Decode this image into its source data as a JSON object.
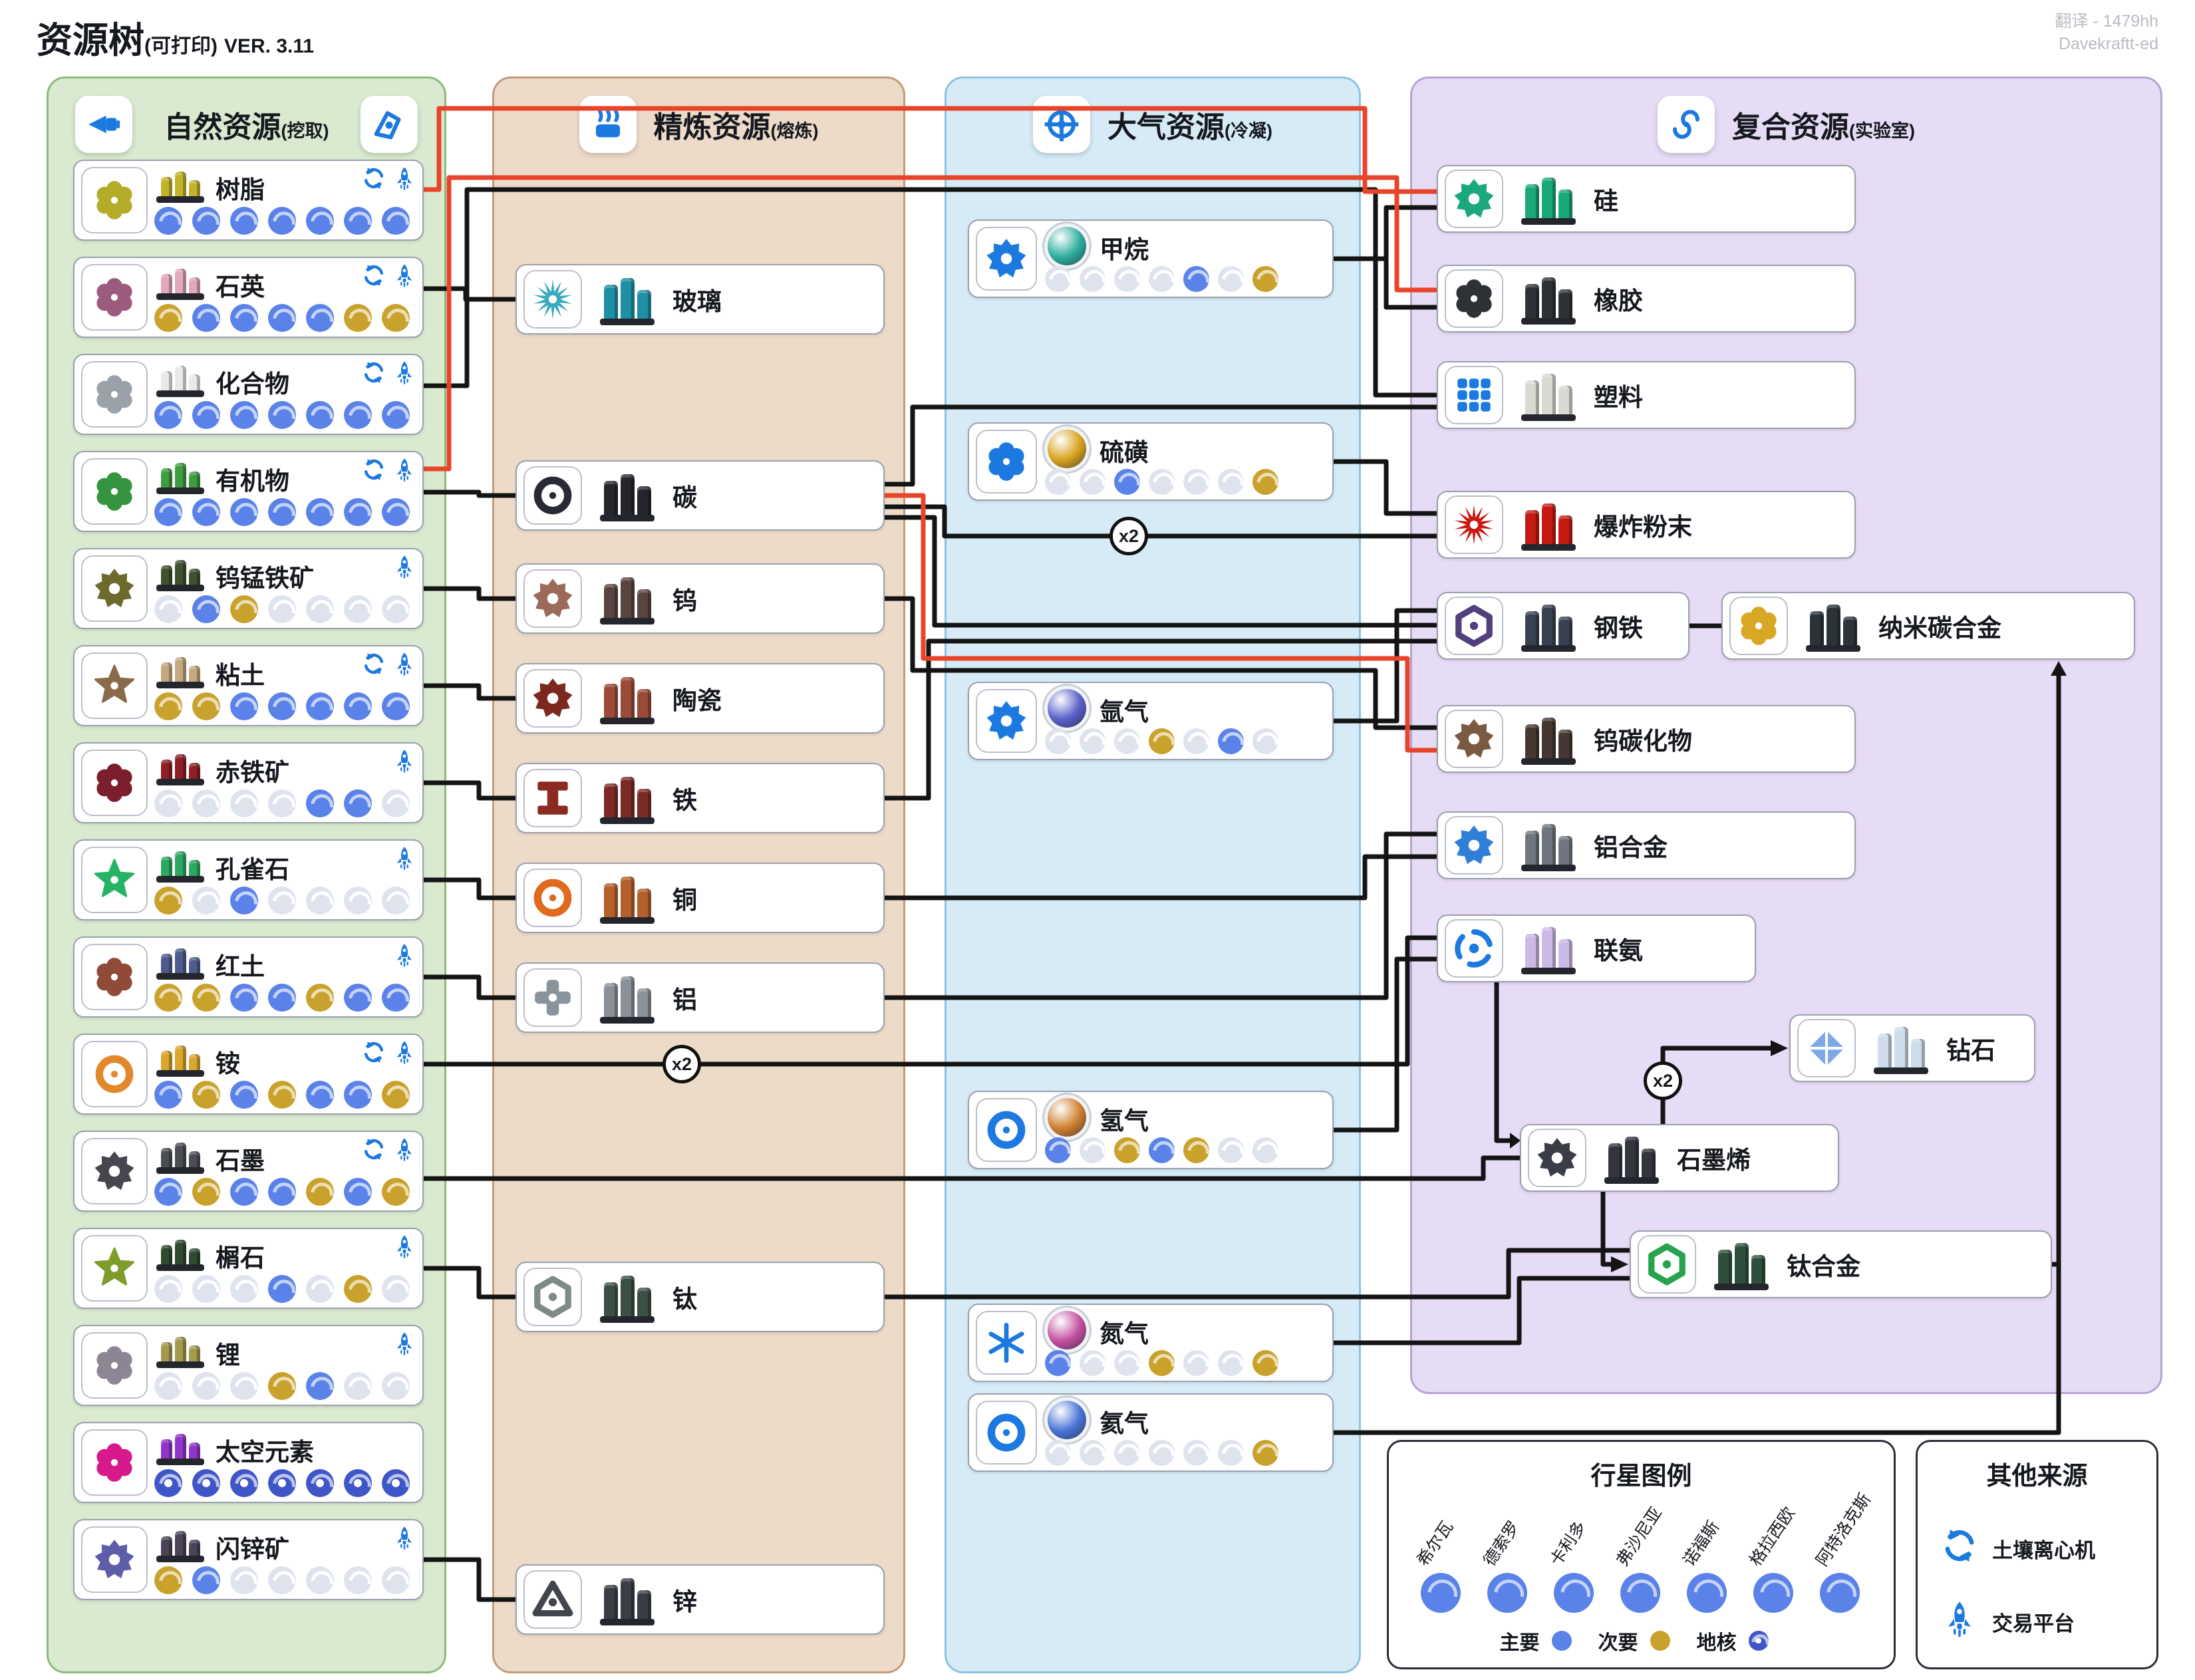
{
  "title": {
    "main": "资源树",
    "printable": "(可打印)",
    "version": "VER. 3.11"
  },
  "credits": [
    "翻译 - 1479hh",
    "Davekraftt-ed"
  ],
  "planets": [
    "希尔瓦",
    "德索罗",
    "卡利多",
    "弗沙尼亚",
    "诺福斯",
    "格拉西欧",
    "阿特洛克斯"
  ],
  "planet_legend": {
    "title": "行星图例",
    "primary_label": "主要",
    "secondary_label": "次要",
    "core_label": "地核"
  },
  "other_sources": {
    "title": "其他来源",
    "items": [
      {
        "icon": "soil-centrifuge-icon",
        "label": "土壤离心机"
      },
      {
        "icon": "trade-platform-icon",
        "label": "交易平台"
      }
    ]
  },
  "columns": [
    {
      "id": "natural",
      "title": "自然资源",
      "subtitle": "(挖取)"
    },
    {
      "id": "refined",
      "title": "精炼资源",
      "subtitle": "(熔炼)"
    },
    {
      "id": "atmospheric",
      "title": "大气资源",
      "subtitle": "(冷凝)"
    },
    {
      "id": "composite",
      "title": "复合资源",
      "subtitle": "(实验室)"
    }
  ],
  "multiplier_label": "x2",
  "natural_resources": [
    {
      "id": "resin",
      "name": "树脂",
      "icon": {
        "type": "flower",
        "color": "#b5ad2a"
      },
      "material": "#c2b42a",
      "sources": [
        "centrifuge",
        "trade"
      ],
      "availability": [
        "primary",
        "primary",
        "primary",
        "primary",
        "primary",
        "primary",
        "primary"
      ]
    },
    {
      "id": "quartz",
      "name": "石英",
      "icon": {
        "type": "flower",
        "color": "#9c5a7d"
      },
      "material": "#e2a8bc",
      "sources": [
        "centrifuge",
        "trade"
      ],
      "availability": [
        "secondary",
        "primary",
        "primary",
        "primary",
        "primary",
        "secondary",
        "secondary"
      ]
    },
    {
      "id": "compound",
      "name": "化合物",
      "icon": {
        "type": "flower",
        "color": "#9aa1a9"
      },
      "material": "#e9e9ea",
      "sources": [
        "centrifuge",
        "trade"
      ],
      "availability": [
        "primary",
        "primary",
        "primary",
        "primary",
        "primary",
        "primary",
        "primary"
      ]
    },
    {
      "id": "organic",
      "name": "有机物",
      "icon": {
        "type": "flower",
        "color": "#35943f"
      },
      "material": "#3f9c3f",
      "sources": [
        "centrifuge",
        "trade"
      ],
      "availability": [
        "primary",
        "primary",
        "primary",
        "primary",
        "primary",
        "primary",
        "primary"
      ]
    },
    {
      "id": "wolframite",
      "name": "钨锰铁矿",
      "icon": {
        "type": "gear",
        "color": "#6d6a2e"
      },
      "material": "#41502e",
      "sources": [
        "trade"
      ],
      "availability": [
        "none",
        "primary",
        "secondary",
        "none",
        "none",
        "none",
        "none"
      ]
    },
    {
      "id": "clay",
      "name": "粘土",
      "icon": {
        "type": "star",
        "color": "#8a6a48"
      },
      "material": "#c4a87e",
      "sources": [
        "centrifuge",
        "trade"
      ],
      "availability": [
        "secondary",
        "secondary",
        "primary",
        "primary",
        "primary",
        "primary",
        "primary"
      ]
    },
    {
      "id": "hematite",
      "name": "赤铁矿",
      "icon": {
        "type": "flower",
        "color": "#7c1f2c"
      },
      "material": "#8e1f26",
      "sources": [
        "trade"
      ],
      "availability": [
        "none",
        "none",
        "none",
        "none",
        "primary",
        "primary",
        "none"
      ]
    },
    {
      "id": "malachite",
      "name": "孔雀石",
      "icon": {
        "type": "star",
        "color": "#27b364"
      },
      "material": "#2da861",
      "sources": [
        "trade"
      ],
      "availability": [
        "secondary",
        "none",
        "primary",
        "none",
        "none",
        "none",
        "none"
      ]
    },
    {
      "id": "laterite",
      "name": "红土",
      "icon": {
        "type": "flower",
        "color": "#8f4a38"
      },
      "material": "#4f5b8c",
      "sources": [
        "trade"
      ],
      "availability": [
        "secondary",
        "secondary",
        "primary",
        "primary",
        "secondary",
        "primary",
        "primary"
      ]
    },
    {
      "id": "ammonium",
      "name": "铵",
      "icon": {
        "type": "ring",
        "color": "#e2882a"
      },
      "material": "#d9a62e",
      "sources": [
        "centrifuge",
        "trade"
      ],
      "availability": [
        "primary",
        "secondary",
        "primary",
        "secondary",
        "primary",
        "primary",
        "secondary"
      ]
    },
    {
      "id": "graphite",
      "name": "石墨",
      "icon": {
        "type": "gear",
        "color": "#45464e"
      },
      "material": "#4a4d52",
      "sources": [
        "centrifuge",
        "trade"
      ],
      "availability": [
        "primary",
        "secondary",
        "primary",
        "primary",
        "secondary",
        "primary",
        "secondary"
      ]
    },
    {
      "id": "titanite",
      "name": "榍石",
      "icon": {
        "type": "star",
        "color": "#7f9c2b"
      },
      "material": "#2e4a30",
      "sources": [
        "trade"
      ],
      "availability": [
        "none",
        "none",
        "none",
        "primary",
        "none",
        "secondary",
        "none"
      ]
    },
    {
      "id": "lithium",
      "name": "锂",
      "icon": {
        "type": "flower",
        "color": "#8d8494"
      },
      "material": "#a39a4e",
      "sources": [
        "trade"
      ],
      "availability": [
        "none",
        "none",
        "none",
        "secondary",
        "primary",
        "none",
        "none"
      ]
    },
    {
      "id": "astronium",
      "name": "太空元素",
      "icon": {
        "type": "flower",
        "color": "#d6198c"
      },
      "material": "#8f35c9",
      "sources": [],
      "availability": [
        "core",
        "core",
        "core",
        "core",
        "core",
        "core",
        "core"
      ]
    },
    {
      "id": "sphalerite",
      "name": "闪锌矿",
      "icon": {
        "type": "gear",
        "color": "#5d5da8"
      },
      "material": "#4b4458",
      "sources": [
        "trade"
      ],
      "availability": [
        "secondary",
        "primary",
        "none",
        "none",
        "none",
        "none",
        "none"
      ]
    }
  ],
  "refined_resources": [
    {
      "id": "glass",
      "name": "玻璃",
      "icon": {
        "type": "burst",
        "color": "#37a9bc"
      },
      "material": "#1f8fa5"
    },
    {
      "id": "carbon",
      "name": "碳",
      "icon": {
        "type": "ring",
        "color": "#282b33"
      },
      "material": "#24262c"
    },
    {
      "id": "tungsten",
      "name": "钨",
      "icon": {
        "type": "gear",
        "color": "#9c6a58"
      },
      "material": "#5a4440"
    },
    {
      "id": "ceramic",
      "name": "陶瓷",
      "icon": {
        "type": "gear",
        "color": "#7c281f"
      },
      "material": "#9c4a38"
    },
    {
      "id": "iron",
      "name": "铁",
      "icon": {
        "type": "ibeam",
        "color": "#8a2a20"
      },
      "material": "#7c2a26"
    },
    {
      "id": "copper",
      "name": "铜",
      "icon": {
        "type": "ring",
        "color": "#e06a1d"
      },
      "material": "#b55f2a"
    },
    {
      "id": "aluminum",
      "name": "铝",
      "icon": {
        "type": "cross",
        "color": "#8a929b"
      },
      "material": "#8a9198"
    },
    {
      "id": "titanium",
      "name": "钛",
      "icon": {
        "type": "hex",
        "color": "#7e8a88"
      },
      "material": "#3c4f45"
    },
    {
      "id": "zinc",
      "name": "锌",
      "icon": {
        "type": "tri",
        "color": "#43454e"
      },
      "material": "#3b3d46"
    }
  ],
  "atmospheric_resources": [
    {
      "id": "methane",
      "name": "甲烷",
      "icon": {
        "type": "gear",
        "color": "#1b79e0"
      },
      "material": "#2fae9d",
      "availability": [
        "none",
        "none",
        "none",
        "none",
        "primary",
        "none",
        "secondary"
      ]
    },
    {
      "id": "sulfur",
      "name": "硫磺",
      "icon": {
        "type": "flower",
        "color": "#1b79e0"
      },
      "material": "#d8a21f",
      "availability": [
        "none",
        "none",
        "primary",
        "none",
        "none",
        "none",
        "secondary"
      ]
    },
    {
      "id": "argon",
      "name": "氩气",
      "icon": {
        "type": "gear",
        "color": "#1b79e0"
      },
      "material": "#5a5fc9",
      "availability": [
        "none",
        "none",
        "none",
        "secondary",
        "none",
        "primary",
        "none"
      ]
    },
    {
      "id": "hydrogen",
      "name": "氢气",
      "icon": {
        "type": "ring",
        "color": "#1b79e0"
      },
      "material": "#d07f2f",
      "availability": [
        "primary",
        "none",
        "secondary",
        "primary",
        "secondary",
        "none",
        "none"
      ]
    },
    {
      "id": "nitrogen",
      "name": "氮气",
      "icon": {
        "type": "snow",
        "color": "#1b79e0"
      },
      "material": "#c44fa0",
      "availability": [
        "primary",
        "none",
        "none",
        "secondary",
        "none",
        "none",
        "secondary"
      ]
    },
    {
      "id": "helium",
      "name": "氦气",
      "icon": {
        "type": "ring",
        "color": "#1b79e0"
      },
      "material": "#4b74d8",
      "availability": [
        "none",
        "none",
        "none",
        "none",
        "none",
        "none",
        "secondary"
      ]
    }
  ],
  "composite_resources": [
    {
      "id": "silicone",
      "name": "硅",
      "icon": {
        "type": "gear",
        "color": "#1ba87e"
      },
      "material": "#18a87a"
    },
    {
      "id": "rubber",
      "name": "橡胶",
      "icon": {
        "type": "flower",
        "color": "#2e3136"
      },
      "material": "#2e3136"
    },
    {
      "id": "plastic",
      "name": "塑料",
      "icon": {
        "type": "grid",
        "color": "#1b79e0"
      },
      "material": "#d9d9d2"
    },
    {
      "id": "explosive-powder",
      "name": "爆炸粉末",
      "icon": {
        "type": "burst",
        "color": "#cc1812"
      },
      "material": "#c41a12"
    },
    {
      "id": "steel",
      "name": "钢铁",
      "icon": {
        "type": "hex",
        "color": "#51407c"
      },
      "material": "#39404f"
    },
    {
      "id": "nanocarbon-alloy",
      "name": "纳米碳合金",
      "icon": {
        "type": "flower",
        "color": "#d8a824"
      },
      "material": "#2b323b"
    },
    {
      "id": "tungsten-carbide",
      "name": "钨碳化物",
      "icon": {
        "type": "gear",
        "color": "#7a5a40"
      },
      "material": "#463830"
    },
    {
      "id": "aluminum-alloy",
      "name": "铝合金",
      "icon": {
        "type": "gear",
        "color": "#2f7fd6"
      },
      "material": "#6f767d"
    },
    {
      "id": "hydrazine",
      "name": "联氨",
      "icon": {
        "type": "swirl",
        "color": "#1b79e0"
      },
      "material": "#cdb9e8"
    },
    {
      "id": "diamond",
      "name": "钻石",
      "icon": {
        "type": "diamond",
        "color": "#7fa8e8"
      },
      "material": "#cfdceb"
    },
    {
      "id": "graphene",
      "name": "石墨烯",
      "icon": {
        "type": "gear",
        "color": "#3a3d45"
      },
      "material": "#33363c"
    },
    {
      "id": "titanium-alloy",
      "name": "钛合金",
      "icon": {
        "type": "hex",
        "color": "#27a24d"
      },
      "material": "#2d4f3c"
    }
  ],
  "recipes": [
    "玻璃 = 石英",
    "碳 = 有机物",
    "钨 = 钨锰铁矿",
    "陶瓷 = 粘土",
    "铁 = 赤铁矿",
    "铜 = 孔雀石",
    "铝 = 红土",
    "钛 = 榍石",
    "锌 = 闪锌矿",
    "硅 = 树脂 + 甲烷",
    "橡胶 = 有机物 + 甲烷",
    "塑料 = 化合物 + 碳",
    "爆炸粉末 = 硫磺 + 碳 x2",
    "钢铁 = 铁 + 碳 + 氩气",
    "纳米碳合金 = 钢铁 + 钛合金 + 氦气",
    "钨碳化物 = 钨 + 碳",
    "铝合金 = 铜 + 铝",
    "联氨 = 铵 x2 + 氢气",
    "钻石 = 石墨烯 x2",
    "石墨烯 = 石墨 + 联氨",
    "钛合金 = 钛 + 石墨烯 + 氮气"
  ]
}
